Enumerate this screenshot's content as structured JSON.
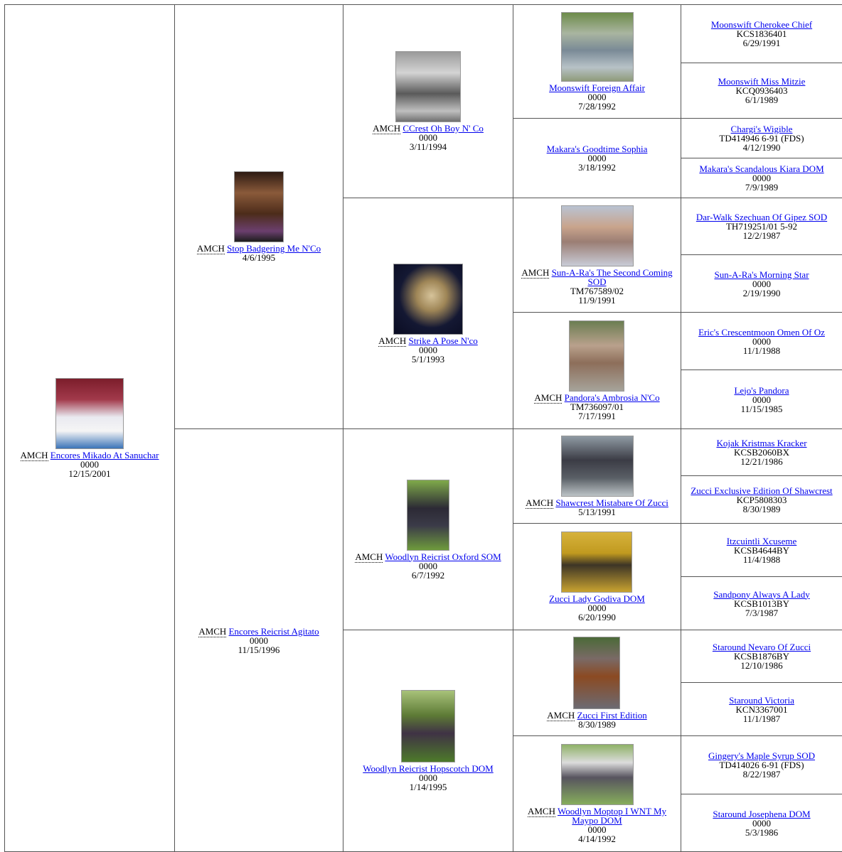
{
  "pedigree": [
    {
      "gen": 0,
      "title": "AMCH",
      "name": "Encores Mikado At Sanuchar",
      "reg": "0000",
      "date": "12/15/2001",
      "photo": "dog-photo-white-crested"
    },
    {
      "gen": 1,
      "title": "AMCH",
      "name": "Stop Badgering Me N'Co",
      "reg": "",
      "date": "4/6/1995",
      "photo": "dog-photo-handler"
    },
    {
      "gen": 1,
      "title": "AMCH",
      "name": "Encores Reicrist Agitato",
      "reg": "0000",
      "date": "11/15/1996",
      "photo": ""
    },
    {
      "gen": 2,
      "title": "AMCH",
      "name": "CCrest Oh Boy N' Co",
      "reg": "0000",
      "date": "3/11/1994",
      "photo": "dog-photo-bw"
    },
    {
      "gen": 2,
      "title": "AMCH",
      "name": "Strike A Pose N'co",
      "reg": "0000",
      "date": "5/1/1993",
      "photo": "dog-photo-dark-bg"
    },
    {
      "gen": 2,
      "title": "AMCH",
      "name": "Woodlyn Reicrist Oxford SOM",
      "reg": "0000",
      "date": "6/7/1992",
      "photo": "dog-photo-grass"
    },
    {
      "gen": 2,
      "title": "",
      "name": "Woodlyn Reicrist Hopscotch DOM",
      "reg": "0000",
      "date": "1/14/1995",
      "photo": "dog-photo-grass-sitting"
    },
    {
      "gen": 3,
      "title": "",
      "name": "Moonswift Foreign Affair",
      "reg": "0000",
      "date": "7/28/1992",
      "photo": "dog-photo-show-ring"
    },
    {
      "gen": 3,
      "title": "",
      "name": "Makara's Goodtime Sophia",
      "reg": "0000",
      "date": "3/18/1992",
      "photo": ""
    },
    {
      "gen": 3,
      "title": "AMCH",
      "name": "Sun-A-Ra's The Second Coming SOD",
      "reg": "TM767589/02",
      "date": "11/9/1991",
      "photo": "dog-photo-pair"
    },
    {
      "gen": 3,
      "title": "AMCH",
      "name": "Pandora's Ambrosia N'Co",
      "reg": "TM736097/01",
      "date": "7/17/1991",
      "photo": "dog-photo-gravel"
    },
    {
      "gen": 3,
      "title": "AMCH",
      "name": "Shawcrest Mistabare Of Zucci",
      "reg": "",
      "date": "5/13/1991",
      "photo": "dog-photo-powderpuff"
    },
    {
      "gen": 3,
      "title": "",
      "name": "Zucci Lady Godiva DOM",
      "reg": "0000",
      "date": "6/20/1990",
      "photo": "dog-photo-yellow-grass"
    },
    {
      "gen": 3,
      "title": "AMCH",
      "name": "Zucci First Edition",
      "reg": "",
      "date": "8/30/1989",
      "photo": "dog-photo-driveway"
    },
    {
      "gen": 3,
      "title": "AMCH",
      "name": "Woodlyn Moptop I WNT My Maypo DOM",
      "reg": "0000",
      "date": "4/14/1992",
      "photo": "dog-photo-lawn"
    },
    {
      "gen": 4,
      "title": "",
      "name": "Moonswift Cherokee Chief",
      "reg": "KCS1836401",
      "date": "6/29/1991",
      "photo": ""
    },
    {
      "gen": 4,
      "title": "",
      "name": "Moonswift Miss Mitzie",
      "reg": "KCQ0936403",
      "date": "6/1/1989",
      "photo": ""
    },
    {
      "gen": 4,
      "title": "",
      "name": "Chargi's Wigible",
      "reg": "TD414946 6-91 (FDS)",
      "date": "4/12/1990",
      "photo": ""
    },
    {
      "gen": 4,
      "title": "",
      "name": "Makara's Scandalous Kiara DOM",
      "reg": "0000",
      "date": "7/9/1989",
      "photo": ""
    },
    {
      "gen": 4,
      "title": "",
      "name": "Dar-Walk Szechuan Of Gipez SOD",
      "reg": "TH719251/01 5-92",
      "date": "12/2/1987",
      "photo": ""
    },
    {
      "gen": 4,
      "title": "",
      "name": "Sun-A-Ra's Morning Star",
      "reg": "0000",
      "date": "2/19/1990",
      "photo": ""
    },
    {
      "gen": 4,
      "title": "",
      "name": "Eric's Crescentmoon Omen Of Oz",
      "reg": "0000",
      "date": "11/1/1988",
      "photo": ""
    },
    {
      "gen": 4,
      "title": "",
      "name": "Lejo's Pandora",
      "reg": "0000",
      "date": "11/15/1985",
      "photo": ""
    },
    {
      "gen": 4,
      "title": "",
      "name": "Kojak Kristmas Kracker",
      "reg": "KCSB2060BX",
      "date": "12/21/1986",
      "photo": ""
    },
    {
      "gen": 4,
      "title": "",
      "name": "Zucci Exclusive Edition Of Shawcrest",
      "reg": "KCP5808303",
      "date": "8/30/1989",
      "photo": ""
    },
    {
      "gen": 4,
      "title": "",
      "name": "Itzcuintli Xcuseme",
      "reg": "KCSB4644BY",
      "date": "11/4/1988",
      "photo": ""
    },
    {
      "gen": 4,
      "title": "",
      "name": "Sandpony Always A Lady",
      "reg": "KCSB1013BY",
      "date": "7/3/1987",
      "photo": ""
    },
    {
      "gen": 4,
      "title": "",
      "name": "Staround Nevaro Of Zucci",
      "reg": "KCSB1876BY",
      "date": "12/10/1986",
      "photo": ""
    },
    {
      "gen": 4,
      "title": "",
      "name": "Staround Victoria",
      "reg": "KCN3367001",
      "date": "11/1/1987",
      "photo": ""
    },
    {
      "gen": 4,
      "title": "",
      "name": "Gingery's Maple Syrup SOD",
      "reg": "TD414026 6-91 (FDS)",
      "date": "8/22/1987",
      "photo": ""
    },
    {
      "gen": 4,
      "title": "",
      "name": "Staround Josephena DOM",
      "reg": "0000",
      "date": "5/3/1986",
      "photo": ""
    }
  ],
  "colors": {
    "link": "#0000ee",
    "border": "#555555",
    "text": "#000000",
    "background": "#ffffff"
  }
}
